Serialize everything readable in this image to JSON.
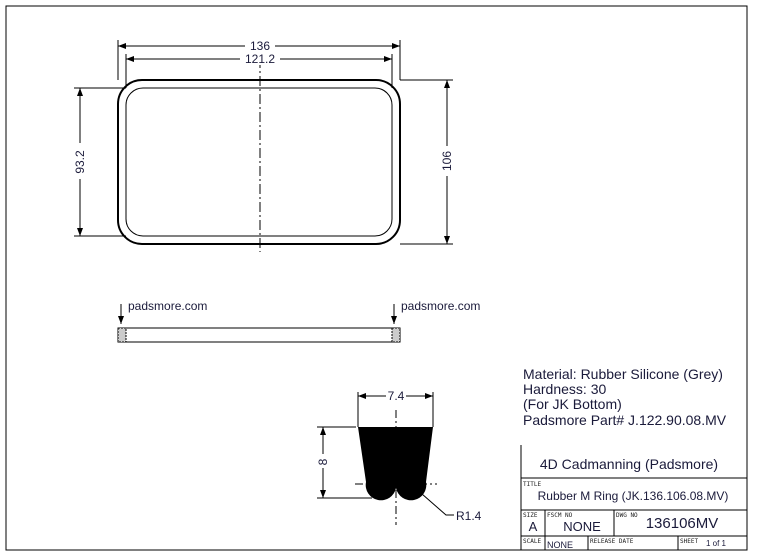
{
  "top_view": {
    "overall_width": "136",
    "inner_width": "121.2",
    "inner_height": "93.2",
    "overall_height": "106"
  },
  "edge_view": {
    "marker_left": "padsmore.com",
    "marker_right": "padsmore.com"
  },
  "profile": {
    "width": "7.4",
    "height": "8",
    "radius": "R1.4"
  },
  "notes": [
    "Material: Rubber Silicone (Grey)",
    "Hardness: 30",
    "(For JK Bottom)",
    "Padsmore Part# J.122.90.08.MV"
  ],
  "title_block": {
    "company": "4D Cadmanning (Padsmore)",
    "title_label": "TITLE",
    "title": "Rubber M Ring (JK.136.106.08.MV)",
    "size_label": "SIZE",
    "size": "A",
    "fscm_label": "FSCM NO",
    "fscm": "NONE",
    "dwg_label": "DWG NO",
    "dwg": "136106MV",
    "scale_label": "SCALE",
    "scale": "NONE",
    "release_label": "RELEASE DATE",
    "sheet_label": "SHEET",
    "sheet": "1 of 1"
  }
}
